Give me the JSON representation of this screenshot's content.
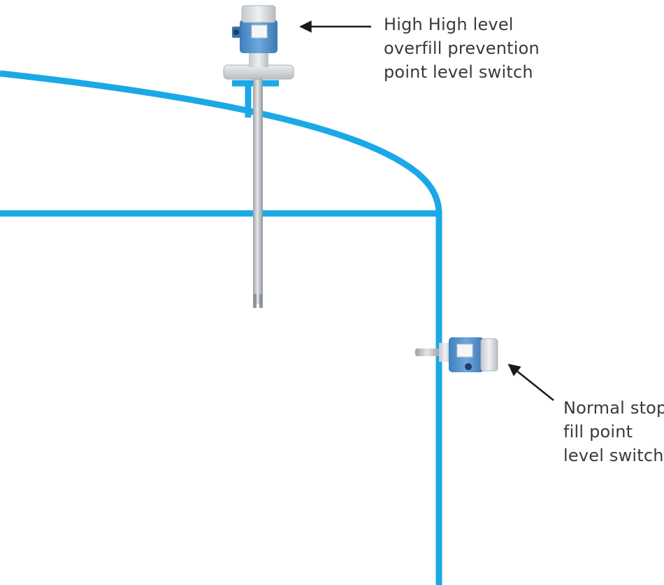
{
  "colors": {
    "tank_outline": "#1aa9e6",
    "switch_housing": "#4a8fcc",
    "switch_cap": "#d8dde2",
    "probe_metal": "#b9bec4",
    "arrow": "#1a1a1a",
    "label_text": "#3a3a3a"
  },
  "icons": {
    "top_switch": "vibrating-fork-level-switch-icon",
    "side_switch": "compact-point-level-switch-icon"
  },
  "callouts": {
    "high_high": {
      "lines": [
        "High High level",
        "overfill prevention",
        "point level switch"
      ]
    },
    "normal_stop": {
      "lines": [
        "Normal stop",
        "fill point",
        "level switch"
      ]
    }
  }
}
